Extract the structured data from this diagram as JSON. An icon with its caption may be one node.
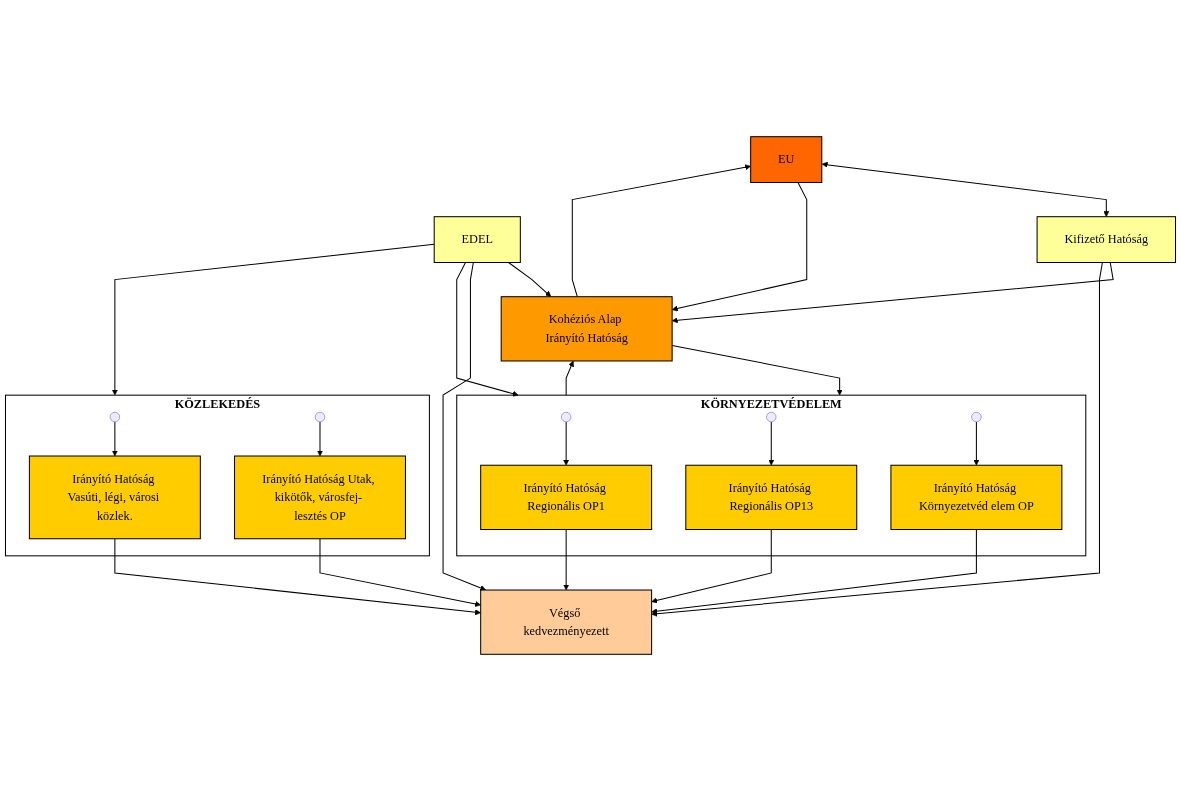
{
  "diagram": {
    "nodes": [
      {
        "text": [
          "EU"
        ]
      },
      {
        "text": [
          "Kohéziós Alap Irányító Hatóság"
        ]
      },
      {
        "text": [
          "EDEL"
        ]
      },
      {
        "text": [
          "Kifizető Hatóság"
        ]
      },
      {
        "text": [
          "KÖRNYEZETVÉDELEM"
        ]
      },
      {
        "text": [
          "Irányító Hatóság Regionális OP1"
        ],
        "in": 4
      },
      {
        "text": [
          "Irányító Hatóság Regionális OP13"
        ],
        "in": 4
      },
      {
        "text": [
          "Irányító Hatóság Környezetvéd elem OP"
        ],
        "in": 4
      },
      {
        "text": [
          "KÖZLEKEDÉS"
        ]
      },
      {
        "text": [
          "Irányító Hatóság Vasúti, légi, városi közlek."
        ],
        "in": 8
      },
      {
        "text": [
          "Irányító Hatóság Utak, kikötők, városfej- lesztés OP"
        ],
        "in": 8
      },
      {
        "text": [
          "Végső kedvezményezett"
        ]
      }
    ],
    "edges": [
      {
        "from": 0,
        "to": 3,
        "arrow": "both"
      },
      {
        "from": 1,
        "to": 0,
        "arrow": "to"
      },
      {
        "from": 0,
        "to": 1,
        "arrow": "to"
      },
      {
        "from": 2,
        "to": 1,
        "arrow": "to"
      },
      {
        "from": 3,
        "to": 1,
        "arrow": "to"
      },
      {
        "from": 4,
        "to": 1,
        "arrow": "to"
      },
      {
        "from": 1,
        "to": 4,
        "arrow": "to"
      },
      {
        "from": 2,
        "to": 4,
        "arrow": "to"
      },
      {
        "from": 2,
        "to": 11,
        "arrow": "to"
      },
      {
        "from": 2,
        "to": 8,
        "arrow": "to"
      },
      {
        "from": 3,
        "to": 11,
        "arrow": "to"
      },
      {
        "from": null,
        "to": 5,
        "arrow": "to"
      },
      {
        "from": null,
        "to": 6,
        "arrow": "to"
      },
      {
        "from": null,
        "to": 7,
        "arrow": "to"
      },
      {
        "from": null,
        "to": 9,
        "arrow": "to"
      },
      {
        "from": null,
        "to": 10,
        "arrow": "to"
      },
      {
        "from": 5,
        "to": 11,
        "arrow": "to"
      },
      {
        "from": 6,
        "to": 11,
        "arrow": "to"
      },
      {
        "from": 7,
        "to": 11,
        "arrow": "to"
      },
      {
        "from": 9,
        "to": 11,
        "arrow": "to"
      },
      {
        "from": 10,
        "to": 11,
        "arrow": "to"
      }
    ]
  }
}
